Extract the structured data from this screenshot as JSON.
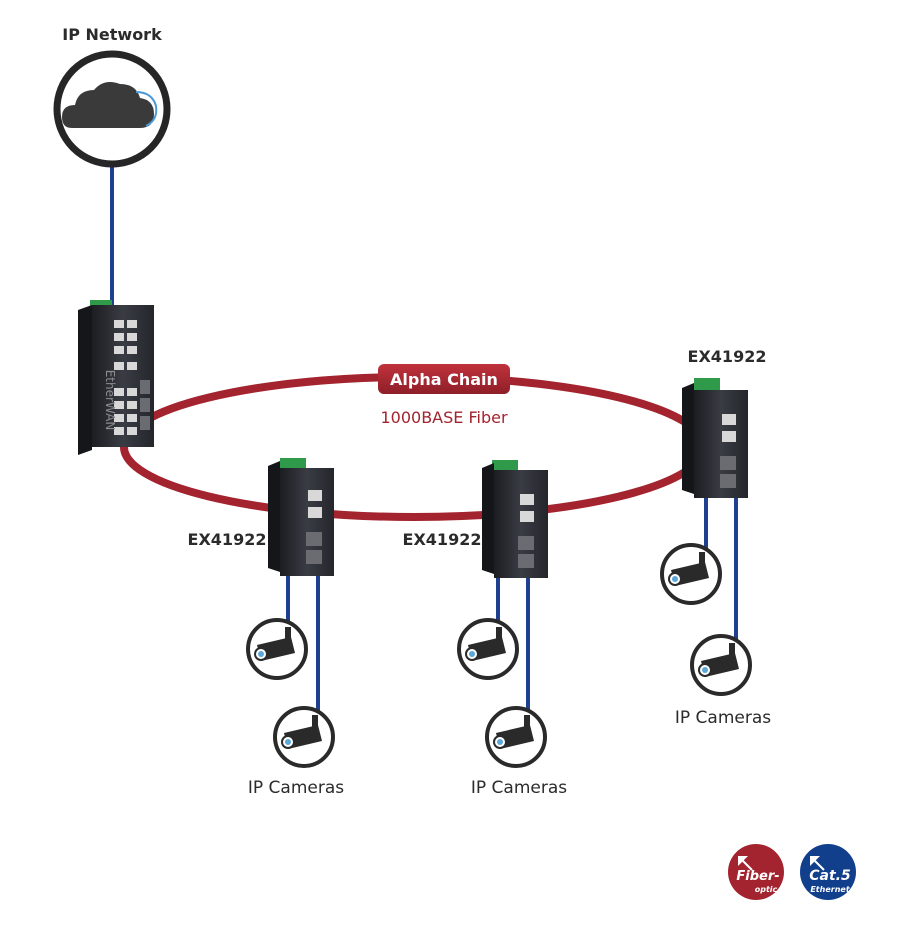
{
  "network": {
    "label": "IP Network"
  },
  "ring": {
    "badge": "Alpha Chain",
    "subtitle": "1000BASE Fiber"
  },
  "head_switch": {
    "brand": "EtherWAN"
  },
  "nodes": [
    {
      "model": "EX41922",
      "cameras_label": "IP Cameras"
    },
    {
      "model": "EX41922",
      "cameras_label": "IP Cameras"
    },
    {
      "model": "EX41922",
      "cameras_label": "IP Cameras"
    }
  ],
  "legend": {
    "fiber": {
      "line1": "Fiber-",
      "line2": "optic"
    },
    "ethernet": {
      "line1": "Cat.5",
      "line2": "Ethernet"
    }
  },
  "colors": {
    "fiber": "#a3242e",
    "ethernet": "#1f3f8f",
    "badge": "#a3242e",
    "ethernet_badge": "#123f8c",
    "device": "#2d2f36",
    "terminal": "#2e9a4a"
  },
  "icons": {
    "cloud": "cloud-icon",
    "camera": "security-camera-icon",
    "fiber": "fiber-optic-icon",
    "ethernet": "cat5-ethernet-icon"
  }
}
